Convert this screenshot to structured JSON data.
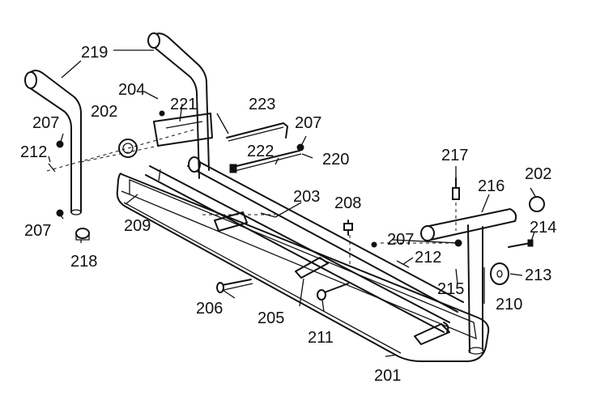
{
  "diagram": {
    "callouts": {
      "p201": "201",
      "p202_left": "202",
      "p202_right": "202",
      "p203": "203",
      "p204": "204",
      "p205": "205",
      "p206": "206",
      "p207_upper_left": "207",
      "p207_lower_left": "207",
      "p207_top": "207",
      "p207_mid": "207",
      "p208": "208",
      "p209": "209",
      "p210": "210",
      "p211": "211",
      "p212_left": "212",
      "p212_right": "212",
      "p213": "213",
      "p214": "214",
      "p215": "215",
      "p216": "216",
      "p217": "217",
      "p218": "218",
      "p219": "219",
      "p220": "220",
      "p221": "221",
      "p222": "222",
      "p223": "223"
    }
  }
}
